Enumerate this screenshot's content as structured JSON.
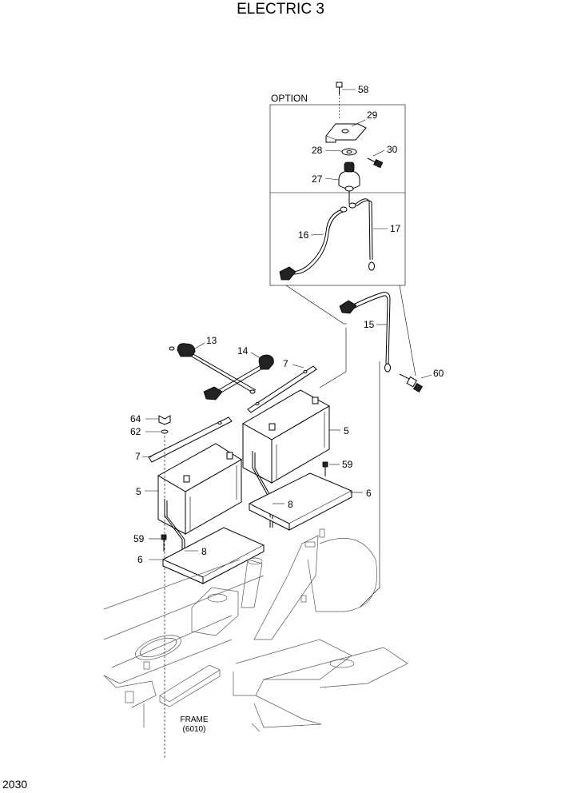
{
  "title": "ELECTRIC 3",
  "page_number": "2030",
  "option_label": "OPTION",
  "frame_note": {
    "line1": "FRAME",
    "line2": "(6010)"
  },
  "callouts": [
    {
      "id": "58",
      "part": "bolt"
    },
    {
      "id": "29",
      "part": "bracket"
    },
    {
      "id": "28",
      "part": "washer"
    },
    {
      "id": "30",
      "part": "bolt"
    },
    {
      "id": "27",
      "part": "master switch"
    },
    {
      "id": "16",
      "part": "cable"
    },
    {
      "id": "17",
      "part": "cable"
    },
    {
      "id": "15",
      "part": "cable"
    },
    {
      "id": "60",
      "part": "bolt"
    },
    {
      "id": "13",
      "part": "cable"
    },
    {
      "id": "14",
      "part": "cable"
    },
    {
      "id": "7",
      "part": "strap"
    },
    {
      "id": "5",
      "part": "battery"
    },
    {
      "id": "64",
      "part": "wing nut"
    },
    {
      "id": "62",
      "part": "washer"
    },
    {
      "id": "59",
      "part": "bolt"
    },
    {
      "id": "8",
      "part": "hook bolt"
    },
    {
      "id": "6",
      "part": "battery tray"
    }
  ]
}
